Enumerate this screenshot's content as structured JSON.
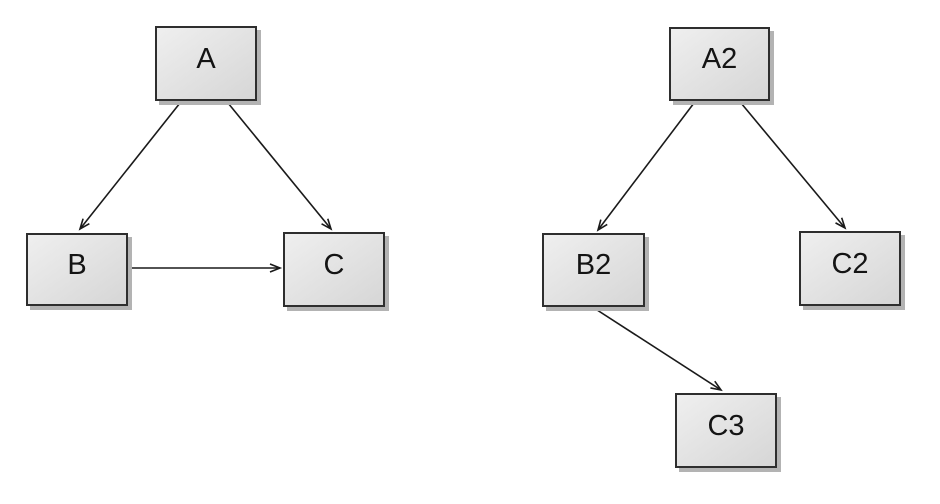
{
  "styles": {
    "node_fill_top": "#efefef",
    "node_fill_bottom": "#d6d6d6",
    "node_border": "#2e2e2e",
    "node_shadow": "#b3b3b3",
    "edge_color": "#1a1a1a",
    "text_color": "#141414",
    "canvas_bg": "#ffffff"
  },
  "left_diagram": {
    "nodes": [
      {
        "id": "A",
        "label": "A"
      },
      {
        "id": "B",
        "label": "B"
      },
      {
        "id": "C",
        "label": "C"
      }
    ],
    "edges": [
      {
        "from": "A",
        "to": "B"
      },
      {
        "from": "A",
        "to": "C"
      },
      {
        "from": "B",
        "to": "C"
      }
    ]
  },
  "right_diagram": {
    "nodes": [
      {
        "id": "A2",
        "label": "A2"
      },
      {
        "id": "B2",
        "label": "B2"
      },
      {
        "id": "C2",
        "label": "C2"
      },
      {
        "id": "C3",
        "label": "C3"
      }
    ],
    "edges": [
      {
        "from": "A2",
        "to": "B2"
      },
      {
        "from": "A2",
        "to": "C2"
      },
      {
        "from": "B2",
        "to": "C3"
      }
    ]
  }
}
